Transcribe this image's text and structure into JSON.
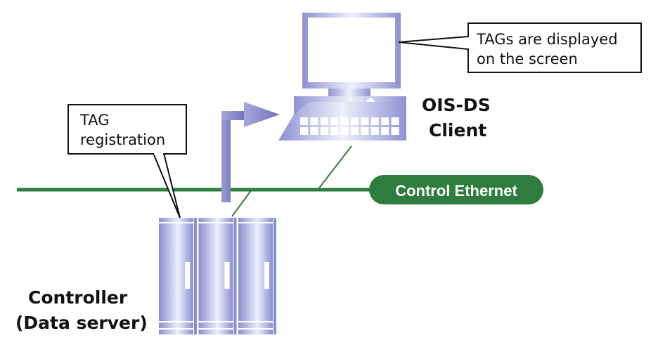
{
  "diagram": {
    "client": {
      "name_line1": "OIS-DS",
      "name_line2": "Client"
    },
    "controller": {
      "name_line1": "Controller",
      "name_line2": "(Data server)",
      "cabinet_count": 3
    },
    "network": {
      "label": "Control Ethernet",
      "color": "#2e7d3e"
    },
    "callouts": {
      "screen": {
        "line1": "TAGs are displayed",
        "line2": "on the screen"
      },
      "registration": {
        "line1": "TAG",
        "line2": "registration"
      }
    },
    "colors": {
      "device": "#8a8fd0",
      "device_light": "#e6e8f8",
      "arrow": "#7f7fc4",
      "network": "#2e7d3e"
    }
  }
}
